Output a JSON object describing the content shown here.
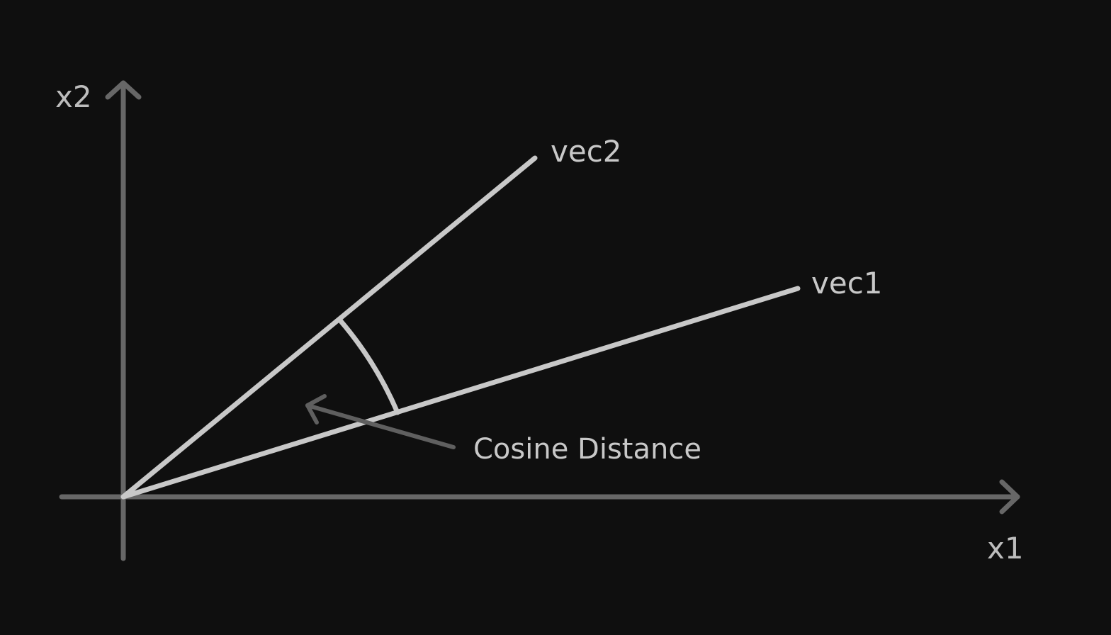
{
  "labels": {
    "x1_axis": "x1",
    "x2_axis": "x2",
    "vec1": "vec1",
    "vec2": "vec2",
    "cosine_distance": "Cosine Distance"
  },
  "colors": {
    "background": "#0f0f0f",
    "axes": "#676767",
    "vectors": "#c8c8c8",
    "arrow": "#5f5f5f",
    "text": "#c8c8c8"
  }
}
